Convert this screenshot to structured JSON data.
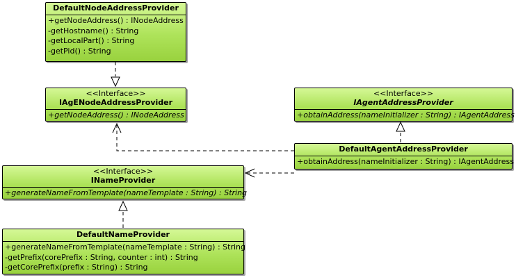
{
  "classes": {
    "default_node_address_provider": {
      "name": "DefaultNodeAddressProvider",
      "operations": [
        "+getNodeAddress() : INodeAddress",
        "-getHostname() : String",
        "-getLocalPart() : String",
        "-getPid() : String"
      ]
    },
    "iage_node_address_provider": {
      "stereotype": "<<Interface>>",
      "name": "IAgENodeAddressProvider",
      "operations": [
        "+getNodeAddress() : INodeAddress"
      ]
    },
    "iagent_address_provider": {
      "stereotype": "<<Interface>>",
      "name": "IAgentAddressProvider",
      "operations": [
        "+obtainAddress(nameInitializer : String) : IAgentAddress"
      ]
    },
    "default_agent_address_provider": {
      "name": "DefaultAgentAddressProvider",
      "operations": [
        "+obtainAddress(nameInitializer : String) : IAgentAddress"
      ]
    },
    "iname_provider": {
      "stereotype": "<<Interface>>",
      "name": "INameProvider",
      "operations": [
        "+generateNameFromTemplate(nameTemplate : String) : String"
      ]
    },
    "default_name_provider": {
      "name": "DefaultNameProvider",
      "operations": [
        "+generateNameFromTemplate(nameTemplate : String) : String",
        "-getPrefix(corePrefix : String, counter : int) : String",
        "-getCorePrefix(prefix : String) : String"
      ]
    }
  },
  "colors": {
    "class_fill_top": "#d5f896",
    "class_fill_bottom": "#99d23e",
    "line": "#000000"
  }
}
